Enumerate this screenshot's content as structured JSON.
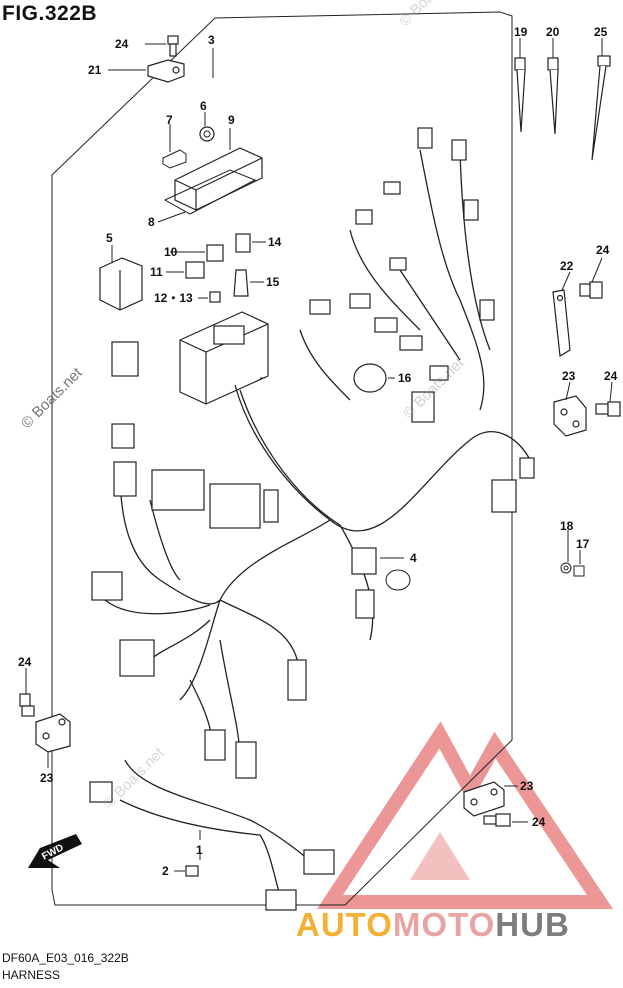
{
  "figure": {
    "title": "FIG.322B",
    "code": "DF60A_E03_016_322B",
    "name": "HARNESS"
  },
  "watermark": "© Boats.net",
  "brand": {
    "part1": "AUTO",
    "part2": "MOTO",
    "part3": "HUB",
    "colors": {
      "auto": "#f2b035",
      "moto": "#e8a3a3",
      "hub": "#7d7d7d",
      "triangle": "#e57373"
    }
  },
  "fwd_label": "FWD",
  "parts": {
    "p1": "1",
    "p2": "2",
    "p3": "3",
    "p4": "4",
    "p5": "5",
    "p6": "6",
    "p7": "7",
    "p8": "8",
    "p9": "9",
    "p10": "10",
    "p11": "11",
    "p12_13": "12・13",
    "p14": "14",
    "p15": "15",
    "p16": "16",
    "p17": "17",
    "p18": "18",
    "p19": "19",
    "p20": "20",
    "p21": "21",
    "p22": "22",
    "p23": "23",
    "p24": "24",
    "p25": "25"
  }
}
